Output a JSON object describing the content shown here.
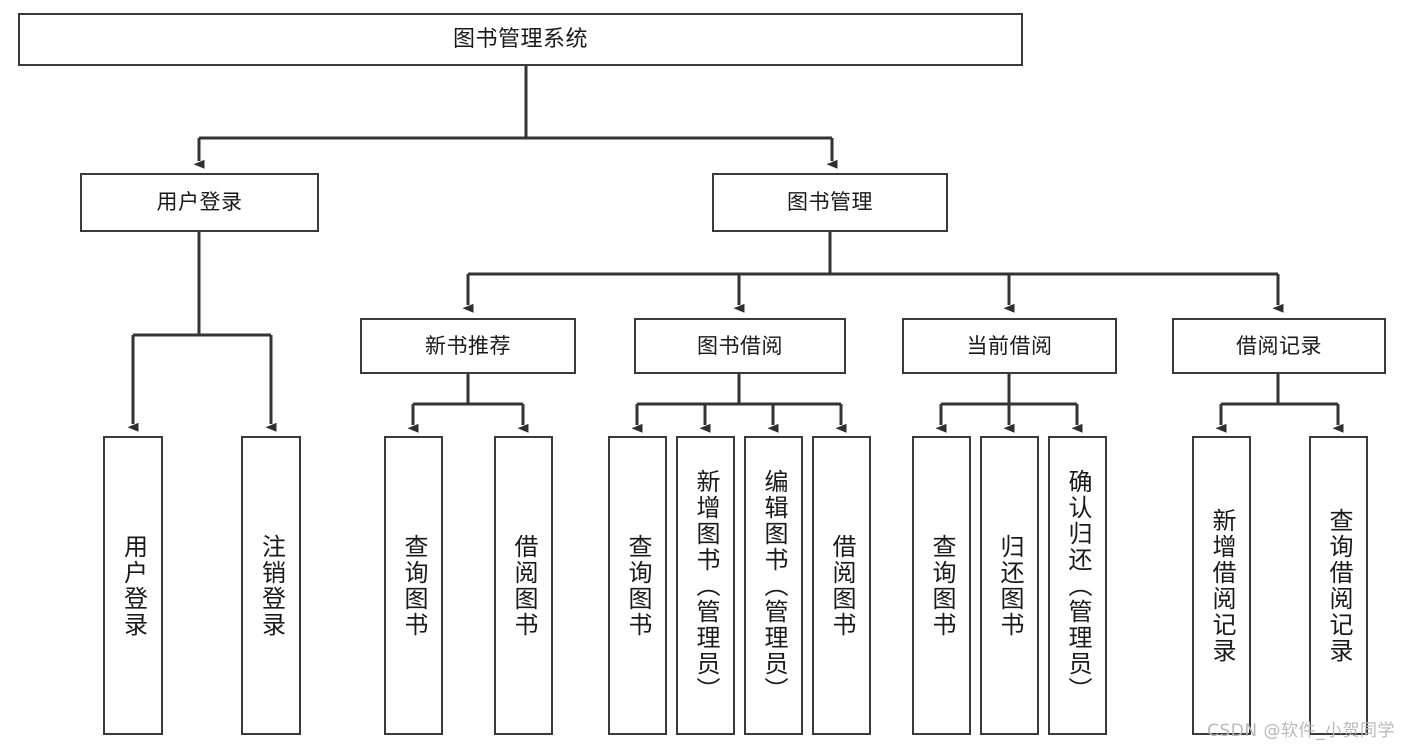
{
  "diagram": {
    "title": "图书管理系统",
    "type": "tree-hierarchy",
    "watermark": "CSDN @软件_小贺同学",
    "colors": {
      "box_border": "#3a3a3a",
      "box_fill": "#ffffff",
      "edge": "#333333",
      "text": "#1a1a1a",
      "watermark": "#b9b9b9"
    },
    "nodes": {
      "root": {
        "label": "图书管理系统"
      },
      "level2": [
        {
          "id": "user-login",
          "label": "用户登录"
        },
        {
          "id": "book-manage",
          "label": "图书管理"
        }
      ],
      "level3": [
        {
          "id": "new-book-recommend",
          "label": "新书推荐"
        },
        {
          "id": "book-borrow",
          "label": "图书借阅"
        },
        {
          "id": "current-borrow",
          "label": "当前借阅"
        },
        {
          "id": "borrow-record",
          "label": "借阅记录"
        }
      ],
      "leaves": {
        "user_login": [
          {
            "id": "leaf-user-login",
            "label": "用户登录"
          },
          {
            "id": "leaf-logout-login",
            "label": "注销登录"
          }
        ],
        "new_book_recommend": [
          {
            "id": "leaf-query-book-1",
            "label": "查询图书"
          },
          {
            "id": "leaf-borrow-book-1",
            "label": "借阅图书"
          }
        ],
        "book_borrow": [
          {
            "id": "leaf-query-book-2",
            "label": "查询图书"
          },
          {
            "id": "leaf-add-book",
            "label": "新增图书（管理员）"
          },
          {
            "id": "leaf-edit-book",
            "label": "编辑图书（管理员）"
          },
          {
            "id": "leaf-borrow-book-2",
            "label": "借阅图书"
          }
        ],
        "current_borrow": [
          {
            "id": "leaf-query-book-3",
            "label": "查询图书"
          },
          {
            "id": "leaf-return-book",
            "label": "归还图书"
          },
          {
            "id": "leaf-confirm-return",
            "label": "确认归还（管理员）"
          }
        ],
        "borrow_record": [
          {
            "id": "leaf-add-record",
            "label": "新增借阅记录"
          },
          {
            "id": "leaf-query-record",
            "label": "查询借阅记录"
          }
        ]
      }
    }
  }
}
